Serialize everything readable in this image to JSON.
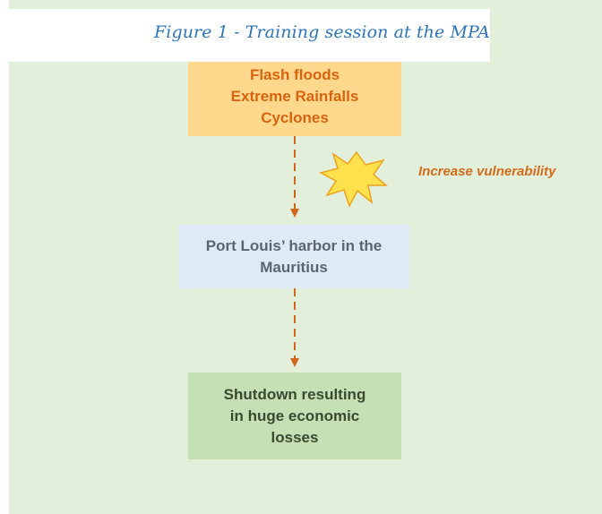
{
  "figure": {
    "caption": "Figure 1 - Training session at the MPA"
  },
  "nodes": {
    "hazards": [
      "Flash floods",
      "Extreme Rainfalls",
      "Cyclones"
    ],
    "harbor": [
      "Port Louis’ harbor in the",
      "Mauritius"
    ],
    "shutdown": [
      "Shutdown resulting",
      "in huge economic",
      "losses"
    ]
  },
  "annotation": {
    "label": "Increase vulnerability",
    "icon": "explosion-burst-icon"
  },
  "colors": {
    "background": "#e2efda",
    "hazards_fill": "#ffd88d",
    "hazards_text": "#d9640f",
    "harbor_fill": "#deebf7",
    "shutdown_fill": "#c5e0b4",
    "arrow": "#d0661c",
    "burst_fill": "#ffe04d",
    "caption_text": "#2e75b6"
  }
}
